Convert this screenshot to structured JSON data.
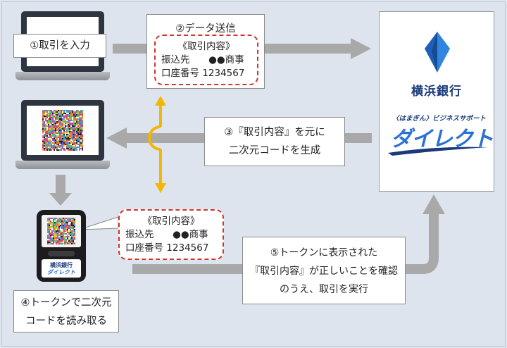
{
  "steps": {
    "step1": "①取引を入力",
    "step2": "②データ送信",
    "step3_line1": "③『取引内容』を元に",
    "step3_line2": "二次元コードを生成",
    "step4_line1": "④トークンで二次元",
    "step4_line2": "コードを読み取る",
    "step5_line1": "⑤トークンに表示された",
    "step5_line2": "『取引内容』が正しいことを確認",
    "step5_line3": "のうえ、取引を実行"
  },
  "transaction_top": {
    "heading": "《取引内容》",
    "payee_label": "振込先",
    "payee_value": "●●商事",
    "account_label": "口座番号",
    "account_value": "1234567"
  },
  "transaction_bottom": {
    "heading": "《取引内容》",
    "payee_label": "振込先",
    "payee_value": "●●商事",
    "account_label": "口座番号",
    "account_value": "1234567"
  },
  "bank": {
    "name": "横浜銀行",
    "service_sub": "〈はまぎん〉ビジネスサポート",
    "service_main": "ダイレクト"
  },
  "token_device": {
    "bank_label": "横浜銀行",
    "service_label": "ダイレクト"
  },
  "colors": {
    "arrow_gray": "#a9a9a9",
    "arrow_yellow": "#f2b705",
    "dash_red": "#d0342c",
    "bank_navy": "#1a3a7a",
    "service_blue": "#2a6fd6"
  }
}
